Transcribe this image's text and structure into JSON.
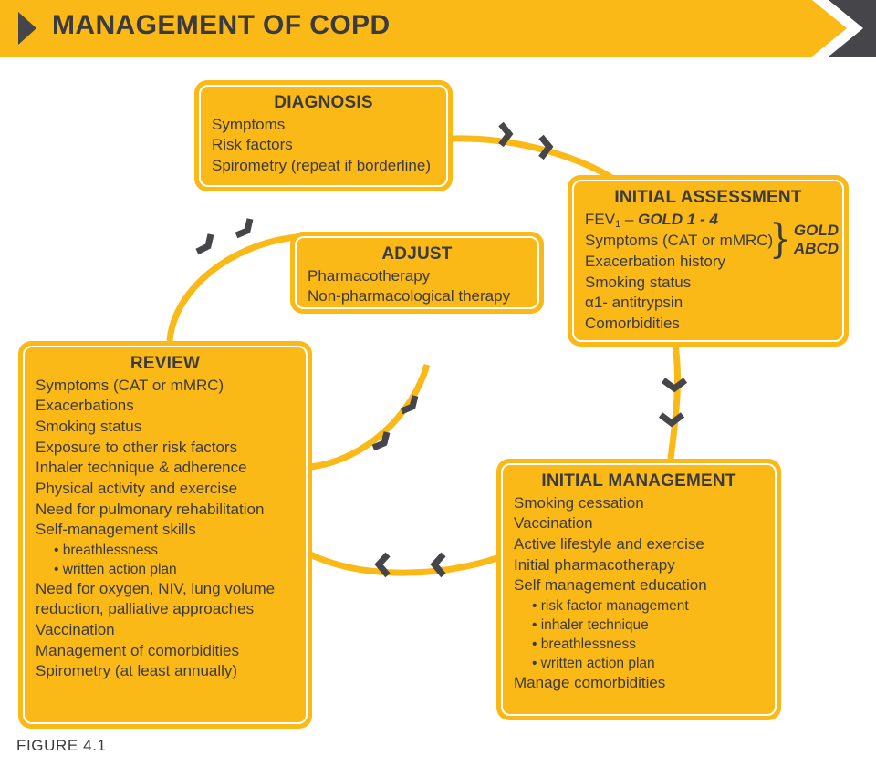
{
  "header": {
    "title": "MANAGEMENT OF COPD",
    "bullet_icon": "triangle-right-icon",
    "band_color": "#FBB917",
    "arrow_color": "#45454a"
  },
  "colors": {
    "box_fill": "#FBB917",
    "box_stroke": "#ffffff",
    "text": "#3b3b3f",
    "connector": "#FBB917",
    "chevron": "#45454a",
    "page_bg": "#ffffff"
  },
  "boxes": {
    "diagnosis": {
      "title": "DIAGNOSIS",
      "lines": [
        "Symptoms",
        "Risk factors",
        "Spirometry (repeat if borderline)"
      ]
    },
    "initial_assessment": {
      "title": "INITIAL ASSESSMENT",
      "fev_prefix": "FEV",
      "fev_sub": "1",
      "fev_dash": " – ",
      "fev_gold": "GOLD 1 - 4",
      "lines": [
        "Symptoms (CAT or mMRC)",
        "Exacerbation history",
        "Smoking status",
        "α1- antitrypsin",
        "Comorbidities"
      ],
      "brace_line1": "GOLD",
      "brace_line2": "ABCD",
      "brace_glyph": "}"
    },
    "adjust": {
      "title": "ADJUST",
      "lines": [
        "Pharmacotherapy",
        "Non-pharmacological therapy"
      ]
    },
    "review": {
      "title": "REVIEW",
      "lines": [
        "Symptoms (CAT or mMRC)",
        "Exacerbations",
        "Smoking status",
        "Exposure to other risk factors",
        "Inhaler technique & adherence",
        "Physical activity and exercise",
        "Need for pulmonary rehabilitation",
        "Self-management skills"
      ],
      "bullets": [
        "• breathlessness",
        "• written action plan"
      ],
      "lines_after": [
        "Need for oxygen, NIV, lung volume reduction, palliative approaches",
        "Vaccination",
        "Management of comorbidities",
        "Spirometry (at least annually)"
      ]
    },
    "initial_management": {
      "title": "INITIAL MANAGEMENT",
      "lines": [
        "Smoking cessation",
        "Vaccination",
        "Active lifestyle and exercise",
        "Initial pharmacotherapy",
        "Self management education"
      ],
      "bullets": [
        "• risk factor management",
        "• inhaler technique",
        "• breathlessness",
        "• written action plan"
      ],
      "lines_after": [
        "Manage comorbidities"
      ]
    }
  },
  "connectors": [
    {
      "name": "diagnosis-to-initial-assessment",
      "direction": "right-down"
    },
    {
      "name": "initial-assessment-to-initial-management",
      "direction": "down"
    },
    {
      "name": "initial-management-to-review",
      "direction": "left"
    },
    {
      "name": "review-to-adjust",
      "direction": "up-right"
    }
  ],
  "caption": {
    "text": "FIGURE 4.1"
  }
}
